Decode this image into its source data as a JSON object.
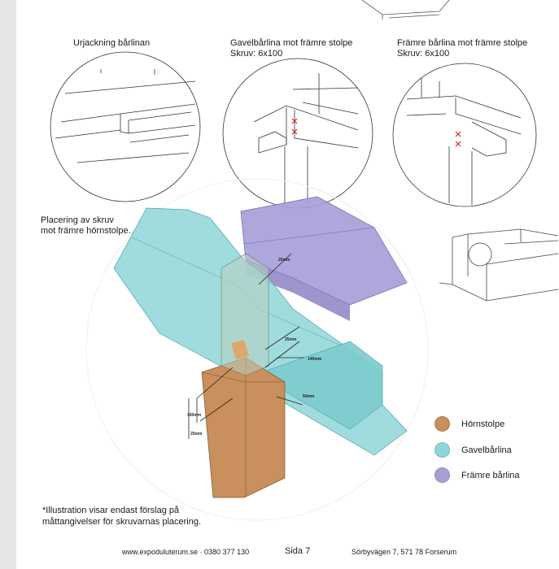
{
  "details": [
    {
      "title": "Urjackning bårlinan",
      "subtitle": ""
    },
    {
      "title": "Gavelbårlina mot främre stolpe",
      "subtitle": "Skruv: 6x100"
    },
    {
      "title": "Främre bårlina mot främre stolpe",
      "subtitle": "Skruv: 6x100"
    }
  ],
  "main_caption": {
    "line1": "Placering av skruv",
    "line2": "mot främre hörnstolpe."
  },
  "dimensions": {
    "d1": "25mm",
    "d2": "25mm",
    "d3": "140mm",
    "d4": "50mm",
    "d5": "100mm",
    "d6": "25mm"
  },
  "legend": [
    {
      "label": "Hörnstolpe",
      "color": "#c98f5c"
    },
    {
      "label": "Gavelbårlina",
      "color": "#8fd6d8"
    },
    {
      "label": "Främre bårlina",
      "color": "#a79fd8"
    }
  ],
  "note": {
    "line1": "*Illustration visar endast förslag på",
    "line2": "måttangivelser för skruvarnas placering."
  },
  "footer": {
    "website": "www.expoduluterum.se · 0380 377 130",
    "page": "Sida 7",
    "address": "Sörbyvägen 7, 571 78 Forserum"
  }
}
